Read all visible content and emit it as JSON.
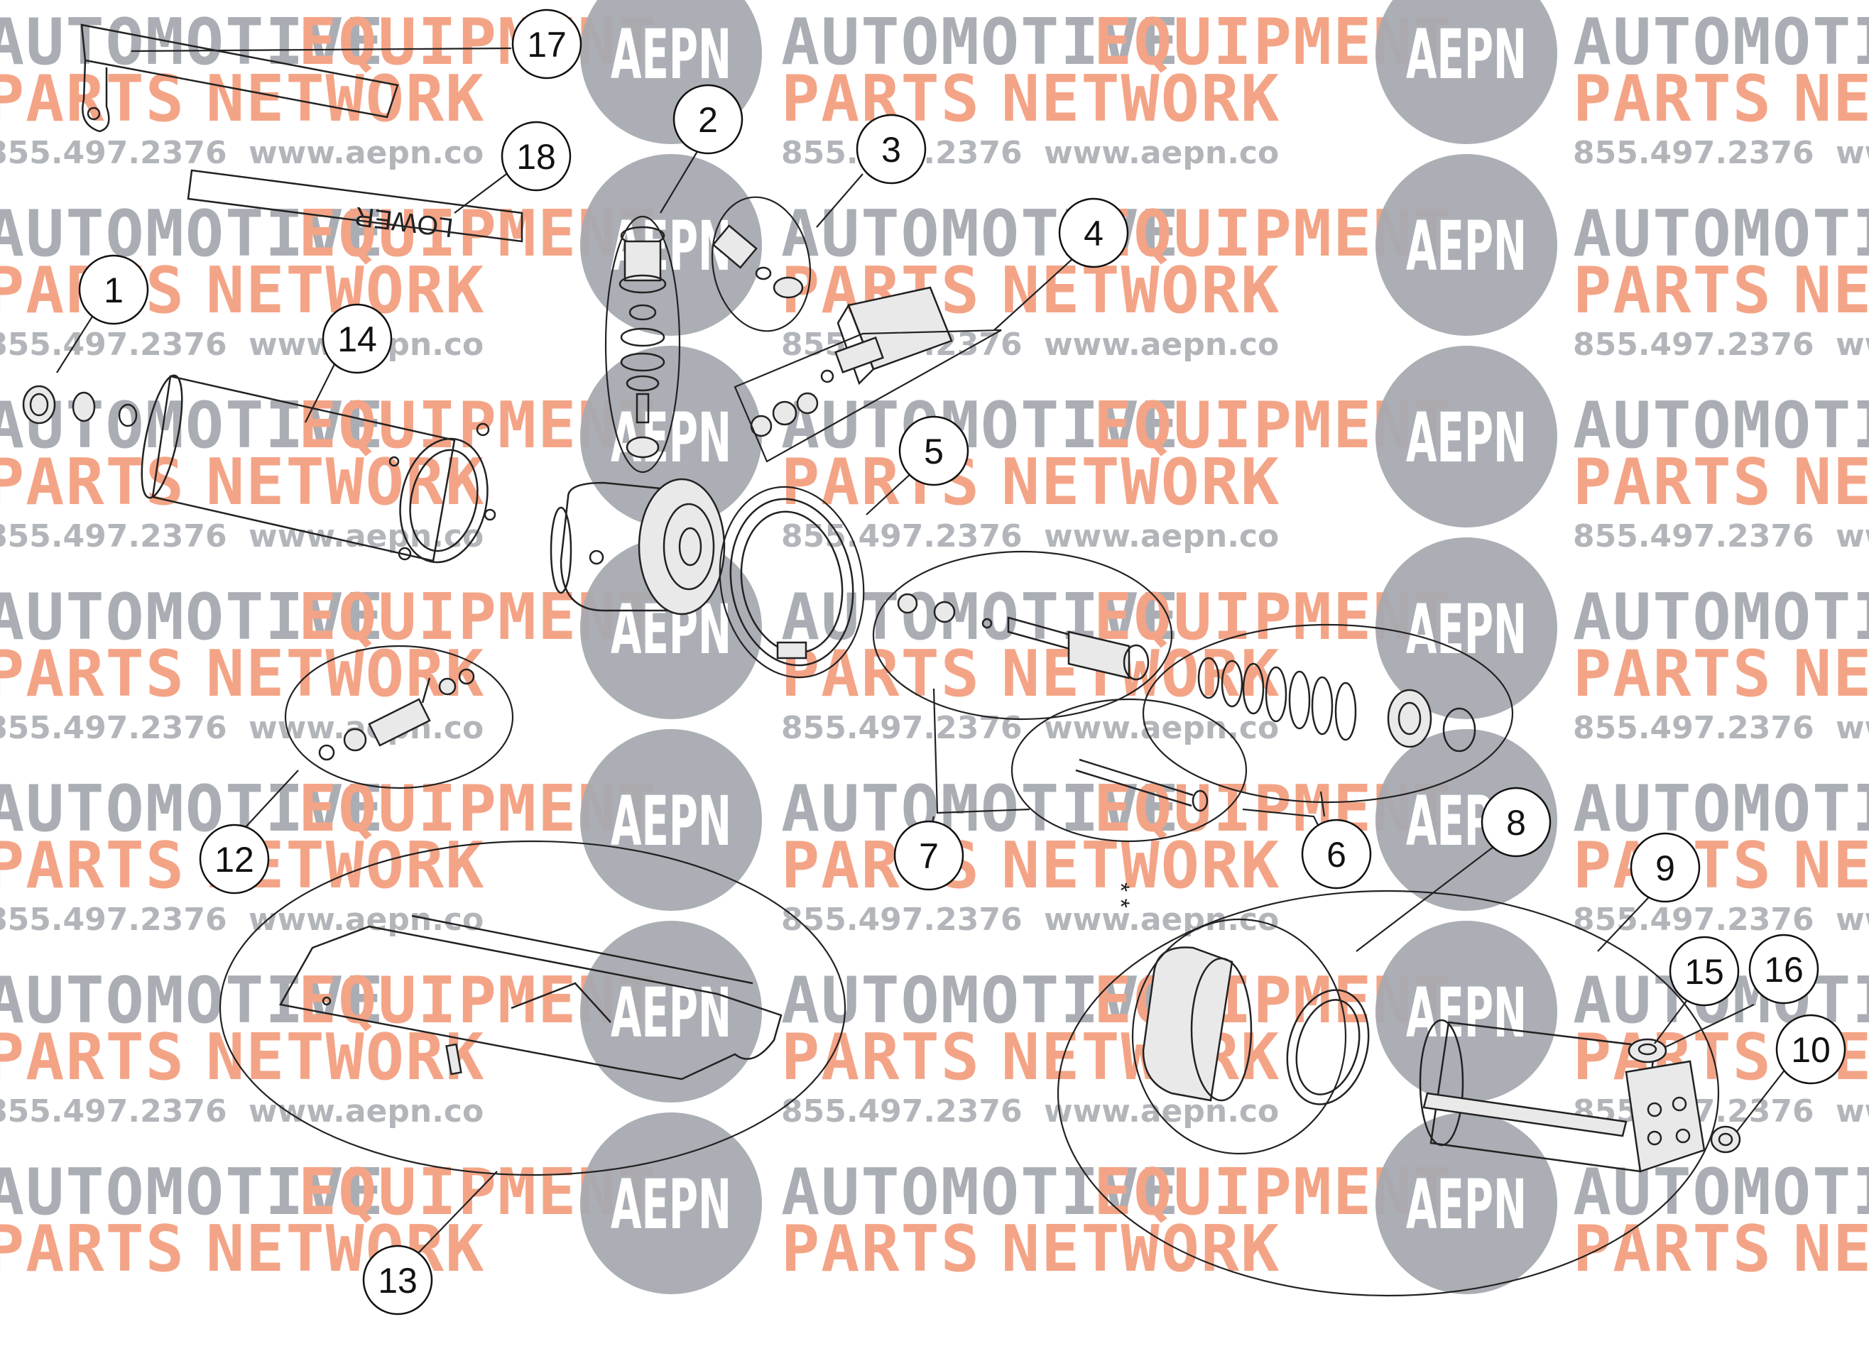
{
  "watermark": {
    "line1": "AUTOMOTIVE",
    "line1b": "EQUIPMENT",
    "line2": "PARTS",
    "line2b": "NETWORK",
    "phone": "855.497.2376",
    "url": "www.aepn.co",
    "logo": "AEPN",
    "colors": {
      "gray": "#aaaeb4",
      "salmon": "#f4a486",
      "logo_gray": "#a7aab0"
    }
  },
  "callouts": [
    {
      "id": "callout-1",
      "label": "1"
    },
    {
      "id": "callout-2",
      "label": "2"
    },
    {
      "id": "callout-3",
      "label": "3"
    },
    {
      "id": "callout-4",
      "label": "4"
    },
    {
      "id": "callout-5",
      "label": "5"
    },
    {
      "id": "callout-6",
      "label": "6"
    },
    {
      "id": "callout-7",
      "label": "7"
    },
    {
      "id": "callout-8",
      "label": "8"
    },
    {
      "id": "callout-9",
      "label": "9"
    },
    {
      "id": "callout-10",
      "label": "10"
    },
    {
      "id": "callout-12",
      "label": "12"
    },
    {
      "id": "callout-13",
      "label": "13"
    },
    {
      "id": "callout-14",
      "label": "14"
    },
    {
      "id": "callout-15",
      "label": "15"
    },
    {
      "id": "callout-16",
      "label": "16"
    },
    {
      "id": "callout-17",
      "label": "17"
    },
    {
      "id": "callout-18",
      "label": "18"
    }
  ],
  "parts": {
    "label_18_text": "LOWER",
    "asterisks": "* *"
  }
}
